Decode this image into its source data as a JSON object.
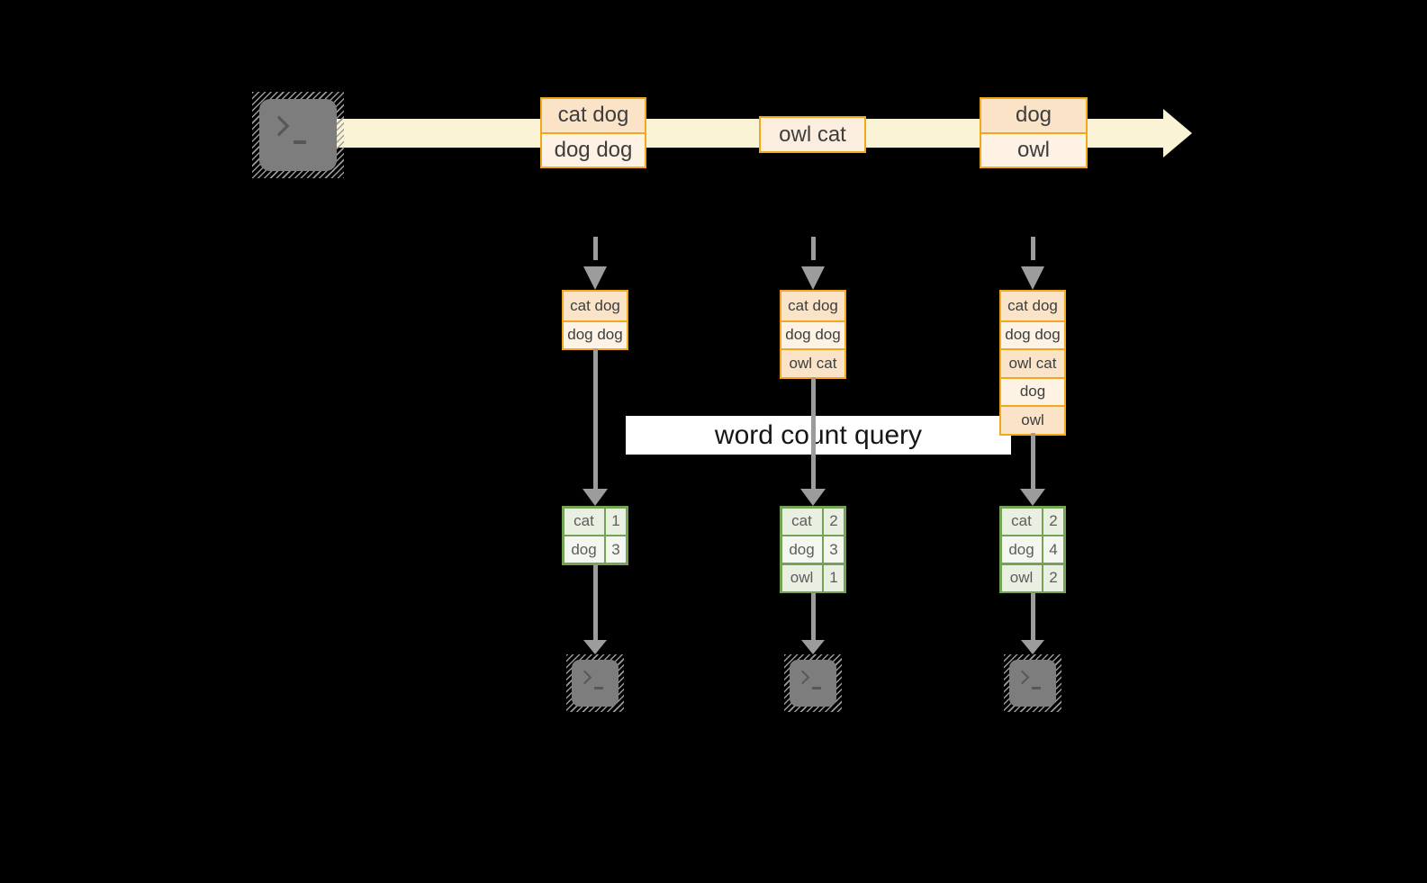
{
  "stream": {
    "documents": [
      {
        "lines": [
          "cat dog",
          "dog dog"
        ]
      },
      {
        "lines": [
          "owl cat"
        ]
      },
      {
        "lines": [
          "dog",
          "owl"
        ]
      }
    ]
  },
  "query": {
    "label": "word count query"
  },
  "stages": [
    {
      "state": [
        "cat dog",
        "dog dog"
      ],
      "counts": {
        "rows": [
          {
            "word": "cat",
            "count": 1
          },
          {
            "word": "dog",
            "count": 3
          }
        ]
      }
    },
    {
      "state": [
        "cat dog",
        "dog dog",
        "owl cat"
      ],
      "counts": {
        "rows": [
          {
            "word": "cat",
            "count": 2
          },
          {
            "word": "dog",
            "count": 3
          },
          {
            "word": "owl",
            "count": 1
          }
        ]
      }
    },
    {
      "state": [
        "cat dog",
        "dog dog",
        "owl cat",
        "dog",
        "owl"
      ],
      "counts": {
        "rows": [
          {
            "word": "cat",
            "count": 2
          },
          {
            "word": "dog",
            "count": 4
          },
          {
            "word": "owl",
            "count": 2
          }
        ]
      }
    }
  ],
  "icons": {
    "source": "terminal-prompt-icon",
    "sinks": [
      "terminal-prompt-icon",
      "terminal-prompt-icon",
      "terminal-prompt-icon"
    ]
  },
  "colors": {
    "background": "#000000",
    "box_border": "#f0a81d",
    "box_fill_dark": "#fbe3c8",
    "box_fill_light": "#fdf2e3",
    "stream_arrow": "#faf3d5",
    "table_border": "#74a356",
    "table_row_dark": "#e9efe1",
    "table_row_light": "#f4f7ef",
    "arrow_gray": "#9c9c9c",
    "terminal_gray": "#7d7d7d",
    "query_band": "#ffffff"
  }
}
